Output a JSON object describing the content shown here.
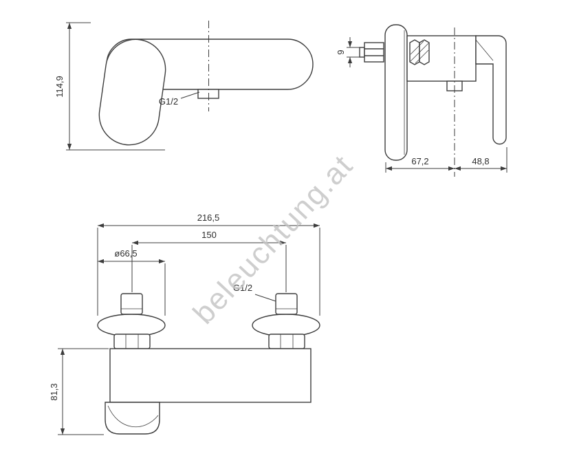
{
  "watermark": {
    "text": "beleuchtung.at"
  },
  "colors": {
    "line": "#3c3c3c",
    "watermark": "#c3c3c3",
    "background": "#ffffff"
  },
  "top_front_view": {
    "height": "114,9",
    "outlet_thread": "G1/2"
  },
  "side_view": {
    "stem_height": "9",
    "depth_to_axis": "67,2",
    "handle_overhang": "48,8"
  },
  "bottom_front_view": {
    "overall_width": "216,5",
    "connection_centers": "150",
    "escutcheon_diameter": "ø66,5",
    "inlet_thread": "G1/2",
    "body_height": "81,3"
  }
}
